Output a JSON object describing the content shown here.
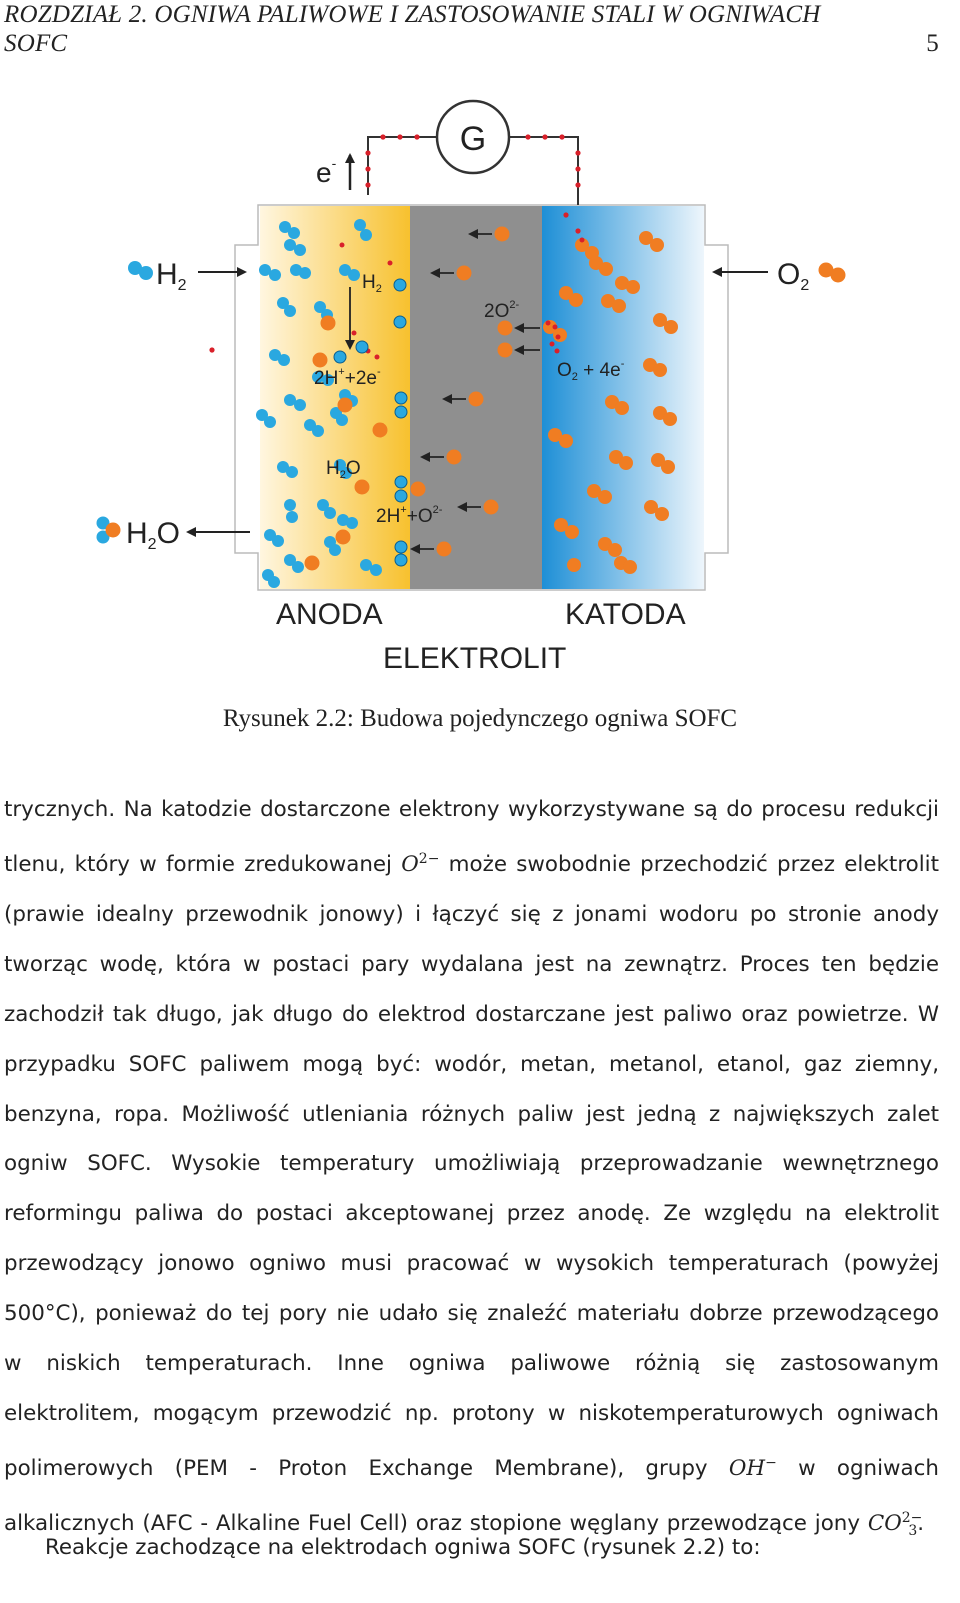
{
  "header": {
    "line1": "ROZDZIAŁ 2.  OGNIWA PALIWOWE I ZASTOSOWANIE STALI W OGNIWACH",
    "line2": "SOFC",
    "page_number": "5"
  },
  "figure": {
    "meter_label": "G",
    "electron_label": "e",
    "electron_sup": "-",
    "h2_left": "H",
    "h2_left_sub": "2",
    "o2_right": "O",
    "o2_right_sub": "2",
    "h2o_left": "H",
    "h2o_left_sub": "2",
    "h2o_left_tail": "O",
    "anode_h2": "H",
    "anode_h2_sub": "2",
    "anode_2h": "2H",
    "anode_2h_sup": "+",
    "anode_2e": "+2e",
    "anode_2e_sup": "-",
    "anode_h2o": "H",
    "anode_h2o_sub": "2",
    "anode_h2o_tail": "O",
    "anode_2h_o": "2H",
    "anode_2h_o_sup": "+",
    "anode_o": "+O",
    "anode_o_sup": "2-",
    "electrolyte_2o": "2O",
    "electrolyte_2o_sup": "2-",
    "cathode_o2": "O",
    "cathode_o2_sub": "2",
    "cathode_4e": " + 4e",
    "cathode_4e_sup": "-",
    "label_anoda": "ANODA",
    "label_katoda": "KATODA",
    "label_elektrolit": "ELEKTROLIT",
    "colors": {
      "anode_light": "#fff6e0",
      "anode_dark": "#f7c12e",
      "electrolyte": "#8f8f8f",
      "cathode_dark": "#1e8fd6",
      "cathode_light": "#eef6fc",
      "hydrogen": "#2aa8e0",
      "oxygen": "#f07d22",
      "wire_dot": "#d9202a"
    }
  },
  "caption": "Rysunek 2.2: Budowa pojedynczego ogniwa SOFC",
  "body": {
    "p1_a": "trycznych. Na katodzie dostarczone elektrony wykorzystywane są do procesu redukcji tlenu, który w formie zredukowanej ",
    "p1_math": "O",
    "p1_math_sup": "2−",
    "p1_b": " może swobodnie przechodzić przez elektrolit (prawie idealny przewodnik jonowy) i łączyć się z jonami wodoru po stronie anody tworząc wodę, która w postaci pary wydalana jest na zewnątrz. Proces ten będzie zachodził tak długo, jak długo do elektrod dostarczane jest paliwo oraz powietrze. W przypadku SOFC paliwem mogą być: wodór, metan, metanol, etanol, gaz ziemny, benzyna, ropa. Możliwość utleniania różnych paliw jest jedną z największych zalet ogniw SOFC. Wysokie temperatury umożliwiają przeprowadzanie wewnętrznego reformingu paliwa do postaci akceptowanej przez anodę. Ze względu na elektrolit przewodzący jonowo ogniwo musi pracować w wysokich temperaturach (powyżej 500°C), ponieważ do tej pory nie udało się znaleźć materiału dobrze przewodzącego w niskich temperaturach. Inne ogniwa paliwowe różnią się zastosowanym elektrolitem, mogącym przewodzić np. protony w niskotemperaturowych ogniwach polimerowych (PEM - Proton Exchange Membrane), grupy ",
    "p1_math2": "OH",
    "p1_math2_sup": "−",
    "p1_c": " w ogniwach alkalicznych (AFC - Alkaline Fuel Cell) oraz stopione węglany przewodzące jony ",
    "p1_math3": "CO",
    "p1_math3_sup": "2−",
    "p1_math3_sub": "3",
    "p1_d": ".",
    "p2": "Reakcje zachodzące na elektrodach ogniwa SOFC (rysunek 2.2) to:"
  }
}
